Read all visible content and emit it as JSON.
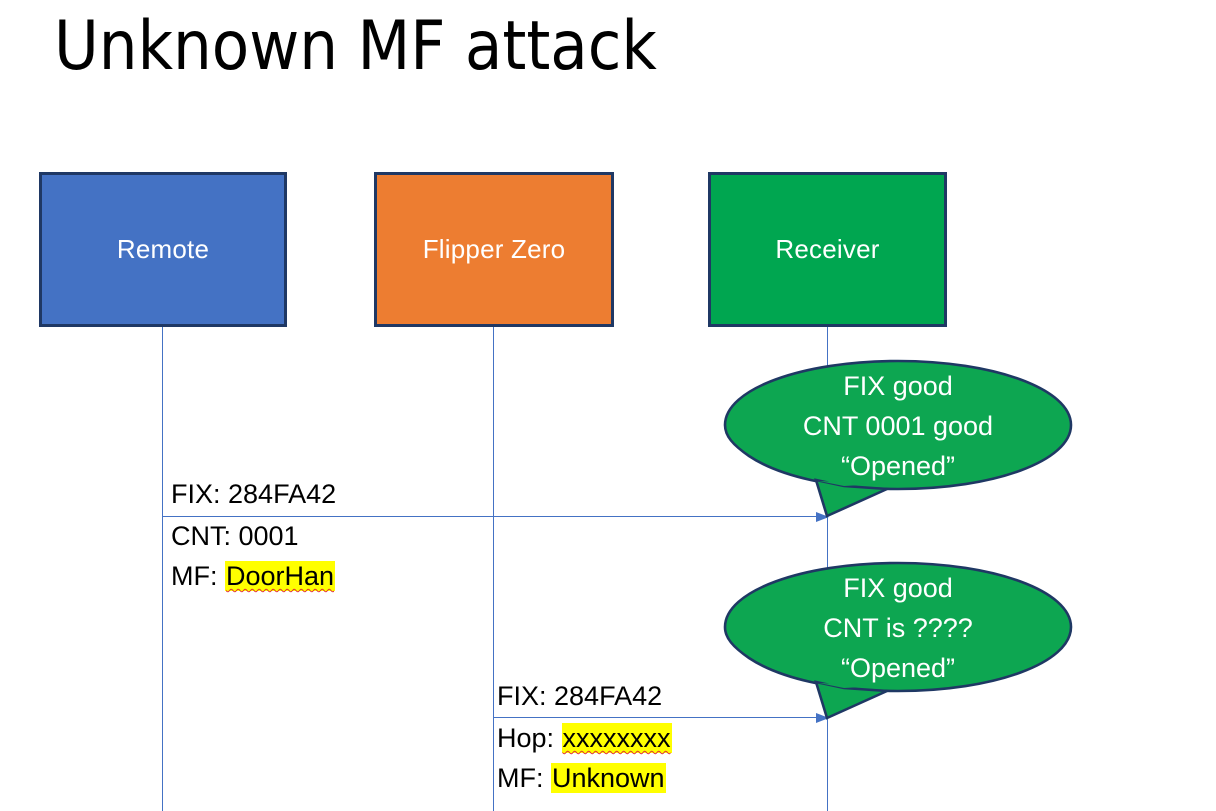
{
  "slide": {
    "title": "Unknown MF attack",
    "background": "#FFFFFF"
  },
  "colors": {
    "remote_fill": "#4472C4",
    "flipper_fill": "#ED7D31",
    "receiver_fill": "#00A650",
    "box_border": "#1F3864",
    "lifeline": "#4472C4",
    "arrow": "#4472C4",
    "callout_fill": "#0DA651",
    "callout_border": "#1F3864",
    "highlight": "#FFFF00",
    "text_dark": "#000000",
    "text_light": "#FFFFFF",
    "spellcheck_underline": "#E03030"
  },
  "actors": [
    {
      "id": "remote",
      "label": "Remote"
    },
    {
      "id": "flipper",
      "label": "Flipper Zero"
    },
    {
      "id": "receiver",
      "label": "Receiver"
    }
  ],
  "messages": [
    {
      "id": "msg-1",
      "from": "remote",
      "to": "receiver",
      "lines": [
        {
          "prefix": "FIX: ",
          "value": "284FA42",
          "highlight": false,
          "spellcheck": false
        },
        {
          "prefix": "CNT: ",
          "value": "0001",
          "highlight": false,
          "spellcheck": false
        },
        {
          "prefix": "MF: ",
          "value": "DoorHan",
          "highlight": true,
          "spellcheck": true
        }
      ]
    },
    {
      "id": "msg-2",
      "from": "flipper",
      "to": "receiver",
      "lines": [
        {
          "prefix": "FIX: ",
          "value": "284FA42",
          "highlight": false,
          "spellcheck": false
        },
        {
          "prefix": "Hop: ",
          "value": "xxxxxxxx",
          "highlight": false,
          "spellcheck": true
        },
        {
          "prefix": "MF: ",
          "value": "Unknown",
          "highlight": true,
          "spellcheck": false
        }
      ]
    }
  ],
  "callouts": [
    {
      "id": "callout-1",
      "owner": "receiver",
      "lines": [
        "FIX good",
        "CNT 0001 good",
        "“Opened”"
      ]
    },
    {
      "id": "callout-2",
      "owner": "receiver",
      "lines": [
        "FIX good",
        "CNT is ????",
        "“Opened”"
      ]
    }
  ]
}
